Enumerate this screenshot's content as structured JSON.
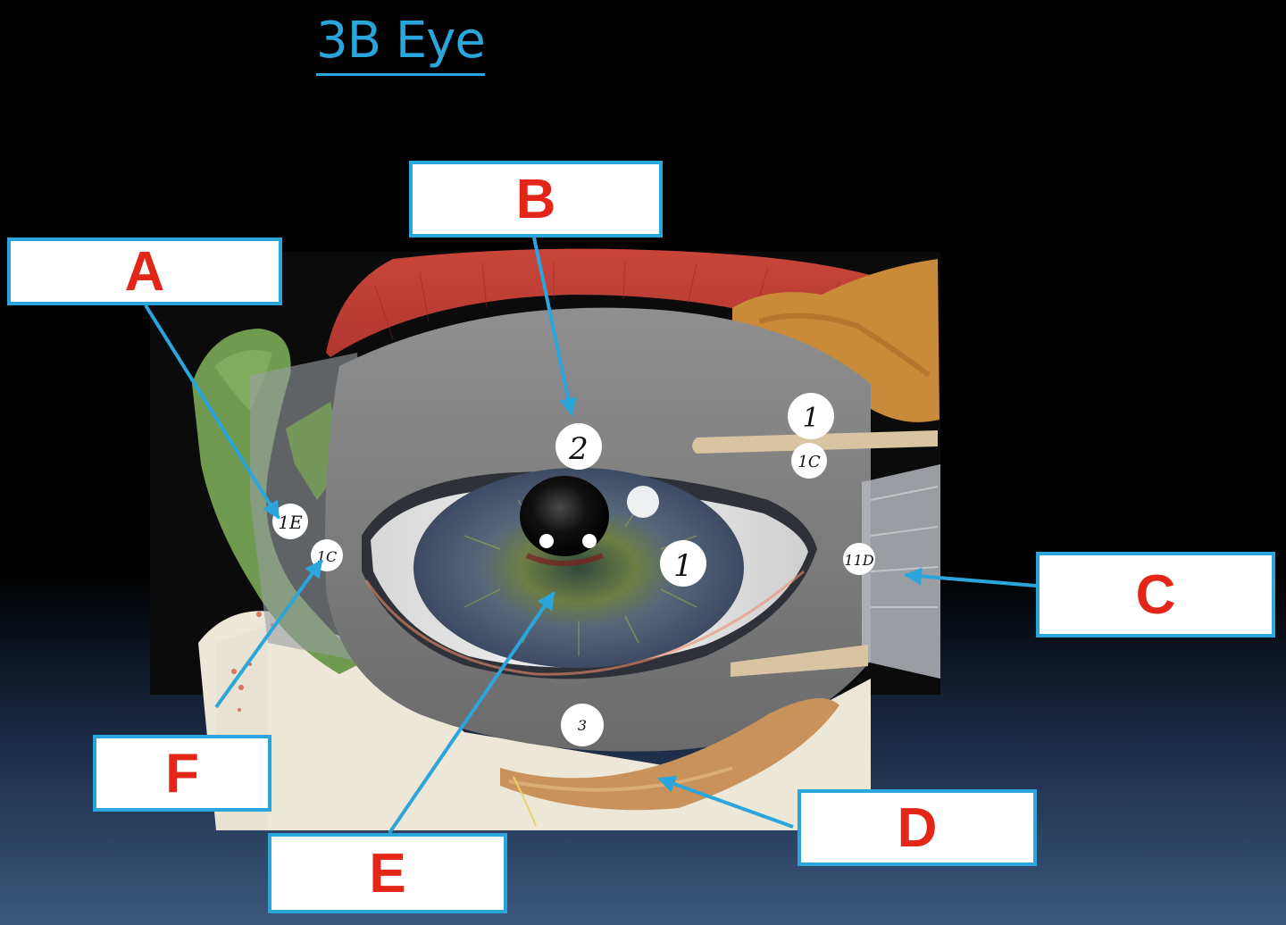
{
  "title": "3B Eye",
  "labels": {
    "a": "A",
    "b": "B",
    "c": "C",
    "d": "D",
    "e": "E",
    "f": "F"
  },
  "markers": {
    "upper_lid": "2",
    "iris": "1",
    "medial_upper": "1E",
    "medial_lower": "1C",
    "lateral": "11D",
    "upper_right_top": "1",
    "upper_right_bottom": "1C",
    "lower_lid": "3"
  },
  "colors": {
    "title": "#29a6dc",
    "label_text": "#e32618",
    "box_border": "#2aa6dc",
    "leader_line": "#2aa6dc"
  }
}
